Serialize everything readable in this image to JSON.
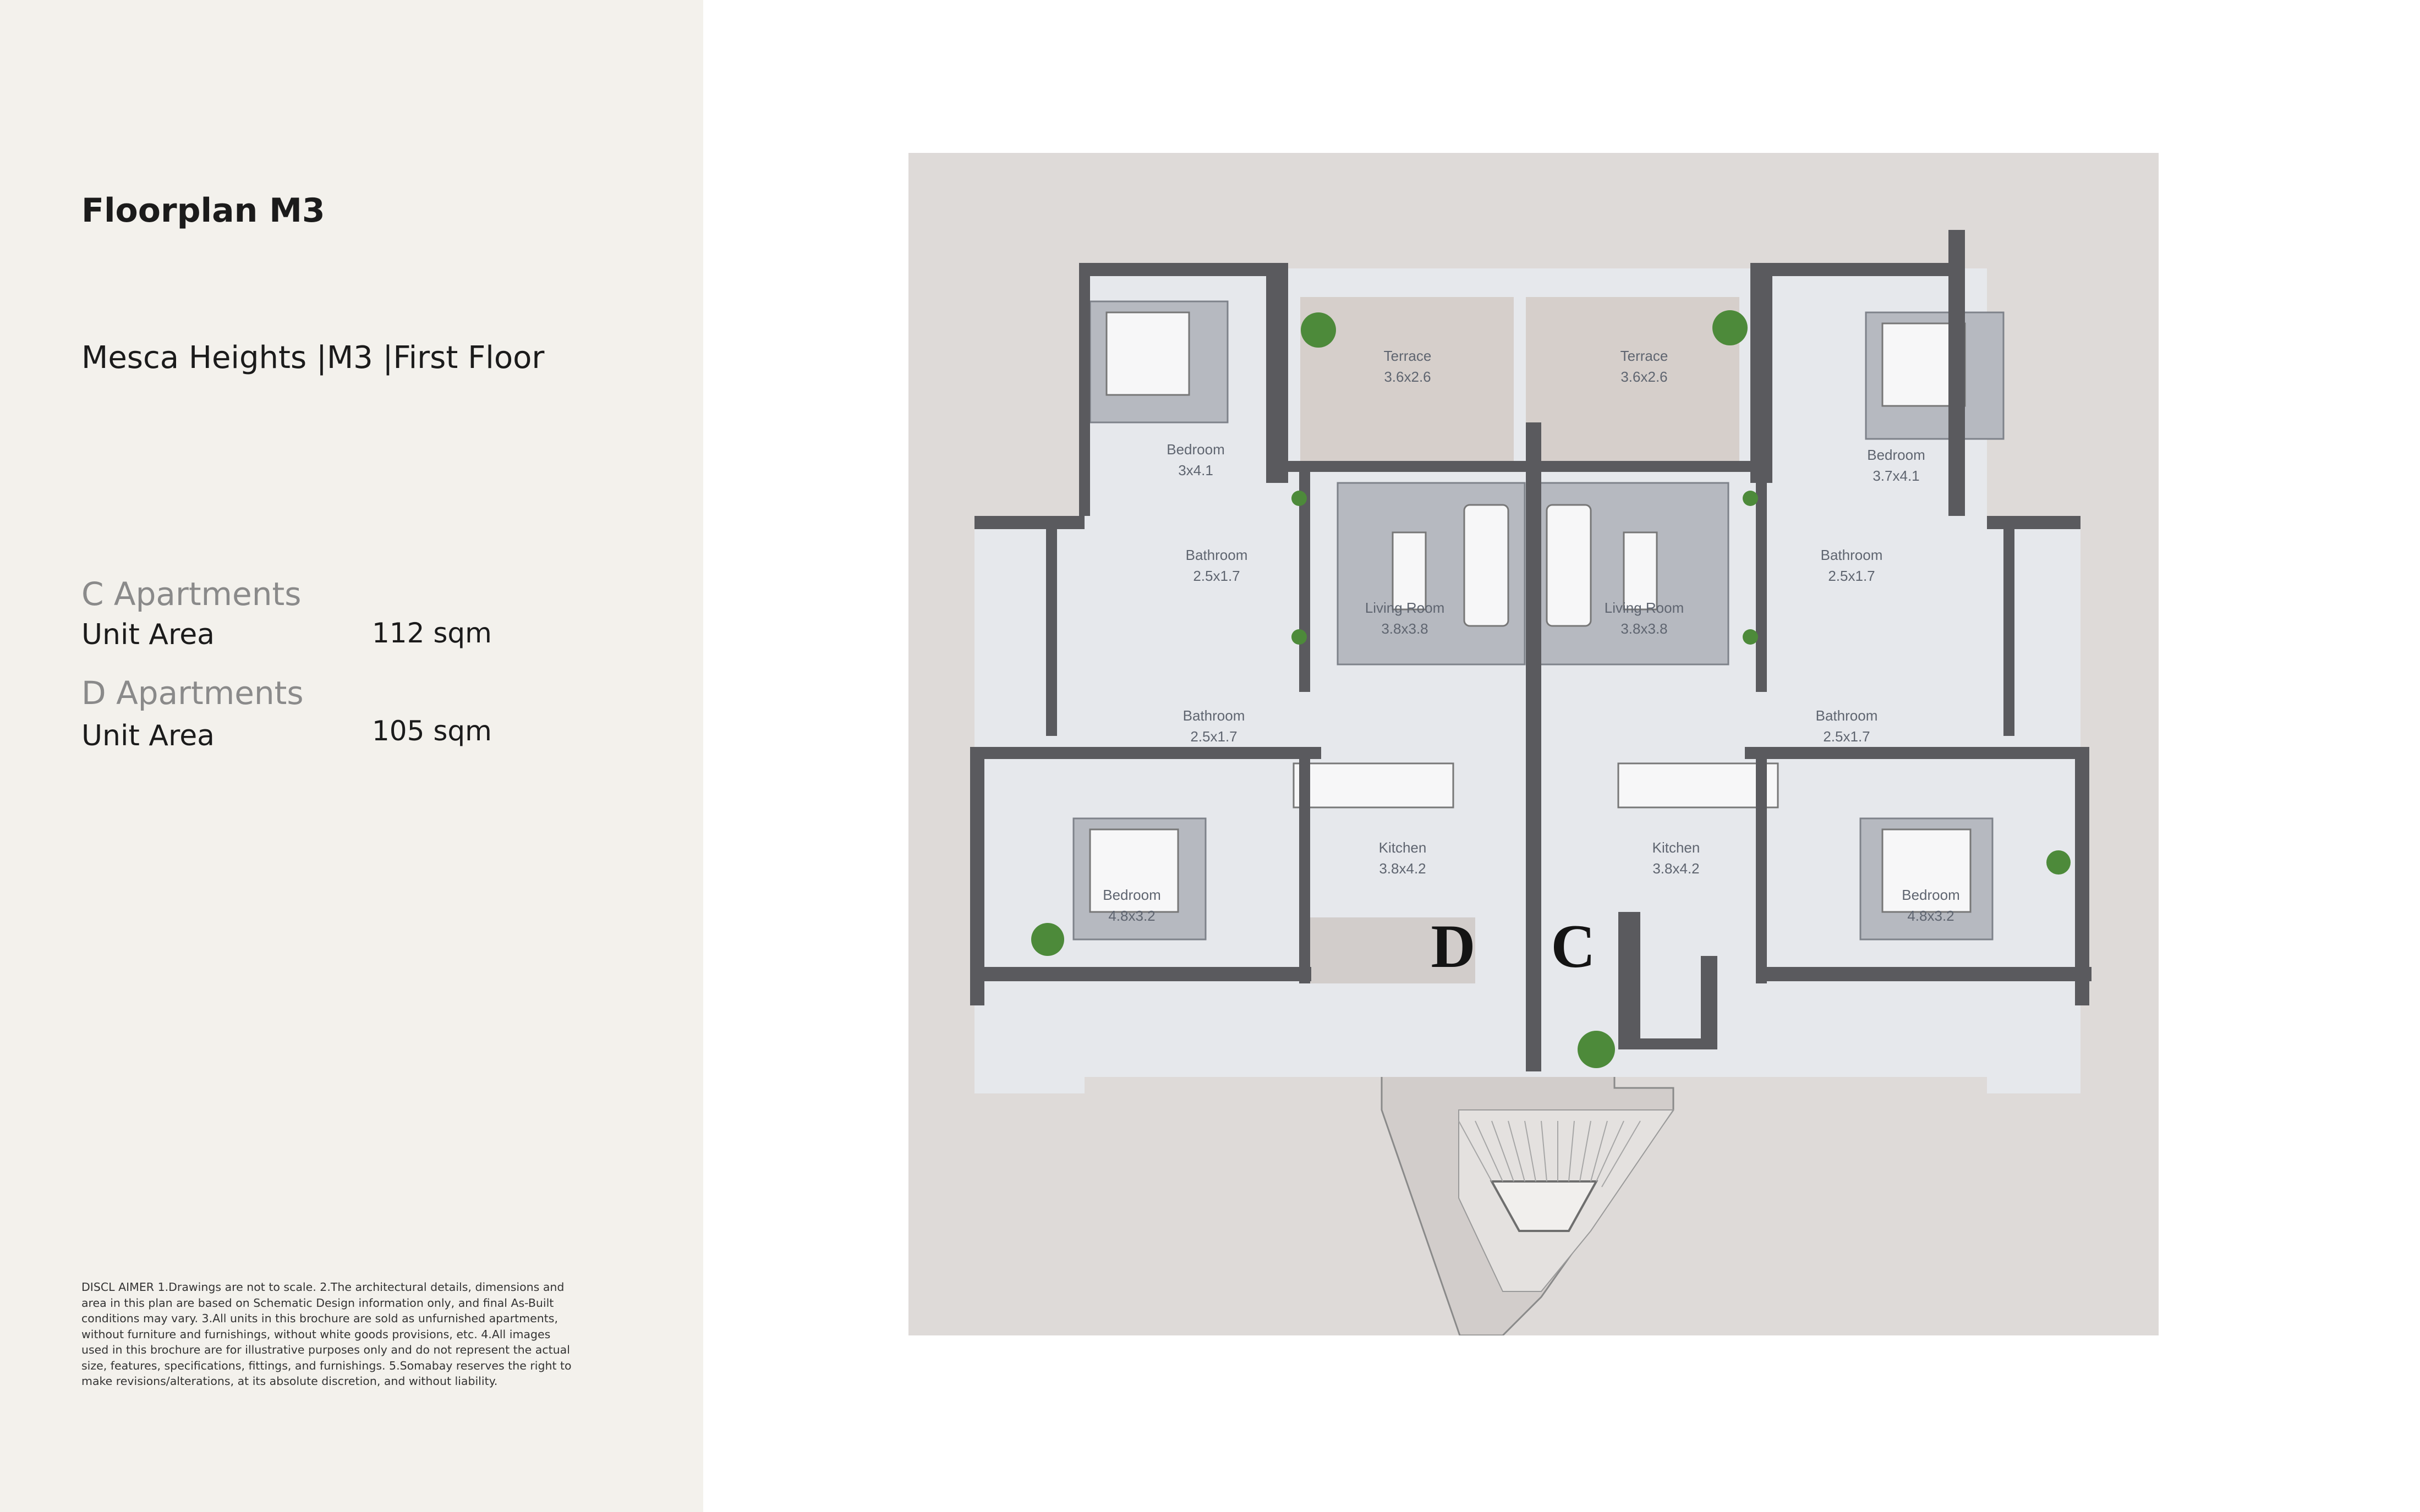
{
  "page": {
    "title": "Floorplan M3",
    "subtitle": "Mesca Heights |M3   |First Floor"
  },
  "apartments": [
    {
      "name": "C Apartments",
      "area_label": "Unit Area",
      "area_value": "112 sqm"
    },
    {
      "name": "D Apartments",
      "area_label": "Unit Area",
      "area_value": "105 sqm"
    }
  ],
  "disclaimer": "DISCL AIMER 1.Drawings are not to scale. 2.The architectural details, dimensions and area in this plan are based on Schematic Design information only, and final As-Built conditions may vary. 3.All units in this brochure are sold as unfurnished apartments, without furniture and furnishings, without white goods provisions, etc. 4.All images used in this brochure are for illustrative purposes only and do not represent the actual size, features, specifications, fittings, and furnishings. 5.Somabay reserves the right to make revisions/alterations, at its absolute discretion, and without liability.",
  "floorplan": {
    "unit_left": "D",
    "unit_right": "C",
    "rooms": [
      {
        "name": "Terrace",
        "size": "3.6x2.6"
      },
      {
        "name": "Terrace",
        "size": "3.6x2.6"
      },
      {
        "name": "Bedroom",
        "size": "3x4.1"
      },
      {
        "name": "Bedroom",
        "size": "3.7x4.1"
      },
      {
        "name": "Bathroom",
        "size": "2.5x1.7"
      },
      {
        "name": "Bathroom",
        "size": "2.5x1.7"
      },
      {
        "name": "Living Room",
        "size": "3.8x3.8"
      },
      {
        "name": "Living Room",
        "size": "3.8x3.8"
      },
      {
        "name": "Bathroom",
        "size": "2.5x1.7"
      },
      {
        "name": "Bathroom",
        "size": "2.5x1.7"
      },
      {
        "name": "Kitchen",
        "size": "3.8x4.2"
      },
      {
        "name": "Kitchen",
        "size": "3.8x4.2"
      },
      {
        "name": "Bedroom",
        "size": "4.8x3.2"
      },
      {
        "name": "Bedroom",
        "size": "4.8x3.2"
      }
    ]
  },
  "colors": {
    "sidebar_bg": "#f3f1ec",
    "plan_bg": "#dedad8",
    "wall": "#5a5a5e",
    "floor": "#e6e8ec",
    "terrace": "#d6cfcb",
    "rug": "#b6b9c0",
    "plant": "#4d8a3a"
  }
}
